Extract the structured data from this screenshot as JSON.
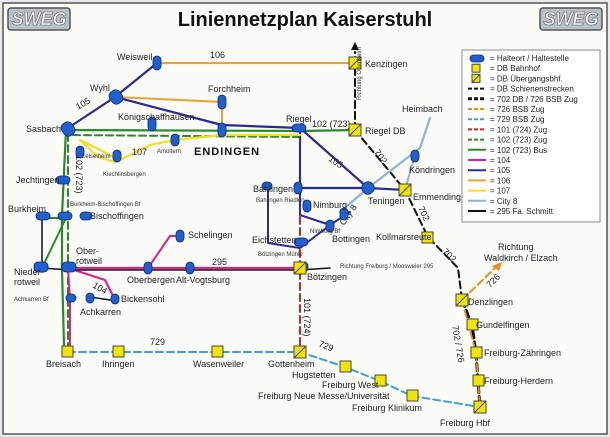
{
  "header": {
    "title": "Liniennetzplan Kaiserstuhl",
    "logo_left": "SWEG",
    "logo_right": "SWEG"
  },
  "district": "ENDINGEN",
  "stations": {
    "weisweil": "Weisweil",
    "kenzingen": "Kenzingen",
    "forchheim": "Forchheim",
    "wyhl": "Wyhl",
    "koenigschaffhausen": "Königschaffhausen",
    "sasbach": "Sasbach",
    "riegel": "Riegel",
    "riegel_db": "Riegel DB",
    "heimbach": "Heimbach",
    "leiselheim": "Leiselheim",
    "kiechlinsbergen": "Kiechlinsbergen",
    "amoltern": "Amoltern",
    "koendringen": "Köndringen",
    "jechtingen": "Jechtingen",
    "emmendingen": "Emmendingen",
    "bahlingen": "Bahlingen",
    "bahlingen_riedlen": "Bahlingen Riedlen",
    "nimburg": "Nimburg",
    "teningen": "Teningen",
    "burkheim": "Burkheim",
    "burkheim_bischoffingen_bf": "Burkheim-Bischoffingen Bf",
    "bischoffingen": "Bischoffingen",
    "nimburg_bf": "Nimburg Bf",
    "bottingen": "Bottingen",
    "schelingen": "Schelingen",
    "kollmarsreute": "Kollmarsreute",
    "eichstetten": "Eichstetten",
    "oberrotweil": "Ober-\nrotweil",
    "boetzingen_muehle": "Bötzingen Mühle",
    "niederrotweil": "Nieder-\nrotweil",
    "oberbergen": "Oberbergen",
    "alt_vogtsburg": "Alt-Vogtsburg",
    "boetzingen": "Bötzingen",
    "achkarren_bf": "Achkarren Bf",
    "bickensohl": "Bickensohl",
    "achkarren": "Achkarren",
    "denzlingen": "Denzlingen",
    "gundelfingen": "Gundelfingen",
    "freiburg_zaehringen": "Freiburg-Zähringen",
    "breisach": "Breisach",
    "ihringen": "Ihringen",
    "wasenweiler": "Wasenweiler",
    "gottenheim": "Gottenheim",
    "hugstetten": "Hugstetten",
    "freiburg_herdern": "Freiburg-Herdern",
    "freiburg_west": "Freiburg West",
    "freiburg_neue_messe": "Freiburg Neue Messe/Universität",
    "freiburg_klinikum": "Freiburg Klinikum",
    "freiburg_hbf": "Freiburg Hbf"
  },
  "direction": {
    "line1": "Richtung",
    "line2": "Waldkirch / Elzach"
  },
  "small_notes": {
    "richtung_ottenheim": "Richtung Ottenheim",
    "richtung_freiburg": "Richtung Freiburg / Moosweier 295"
  },
  "line_labels": {
    "l106": "106",
    "l105_top": "105",
    "l102_723": "102 (723)",
    "l107": "107",
    "l105_right": "105",
    "l702_a": "702",
    "l702_b": "702",
    "l702_c": "702",
    "l102_723_v": "102 (723)",
    "l104": "104",
    "l295": "295",
    "lcity8": "City 8",
    "l101_724": "101 (724)",
    "l729_a": "729",
    "l729_b": "729",
    "l702_726": "702 / 726",
    "l726": "726"
  },
  "legend": {
    "items": [
      {
        "label": "= Halteort / Haltestelle",
        "kind": "stop",
        "color": "#1f5fd0"
      },
      {
        "label": "= DB Bahnhof",
        "kind": "bhf",
        "color": "#f2e600"
      },
      {
        "label": "= DB Übergangsbhf.",
        "kind": "ubhf",
        "color": "#f2e600"
      },
      {
        "label": "= DB Schienenstrecken",
        "kind": "dash",
        "color": "#111111"
      },
      {
        "label": "= 702 DB / 726 BSB Zug",
        "kind": "dash2",
        "color": "#111111"
      },
      {
        "label": "= 726 BSB Zug",
        "kind": "dash",
        "color": "#f08a1a"
      },
      {
        "label": "= 729 BSB Zug",
        "kind": "dash",
        "color": "#3aa0e0"
      },
      {
        "label": "= 101 (724) Zug",
        "kind": "dash",
        "color": "#d42020"
      },
      {
        "label": "= 102 (723) Zug",
        "kind": "dash",
        "color": "#2a8a2a"
      },
      {
        "label": "= 102 (723) Bus",
        "kind": "solid",
        "color": "#2a8a2a"
      },
      {
        "label": "= 104",
        "kind": "solid",
        "color": "#e0208a"
      },
      {
        "label": "= 105",
        "kind": "solid",
        "color": "#2a2a9a"
      },
      {
        "label": "= 106",
        "kind": "solid",
        "color": "#f0a030"
      },
      {
        "label": "= 107",
        "kind": "solid",
        "color": "#f0e020"
      },
      {
        "label": "= City 8",
        "kind": "solid",
        "color": "#8cb4d2"
      },
      {
        "label": "= 295 Fa. Schmitt",
        "kind": "solid",
        "color": "#111111"
      }
    ]
  }
}
